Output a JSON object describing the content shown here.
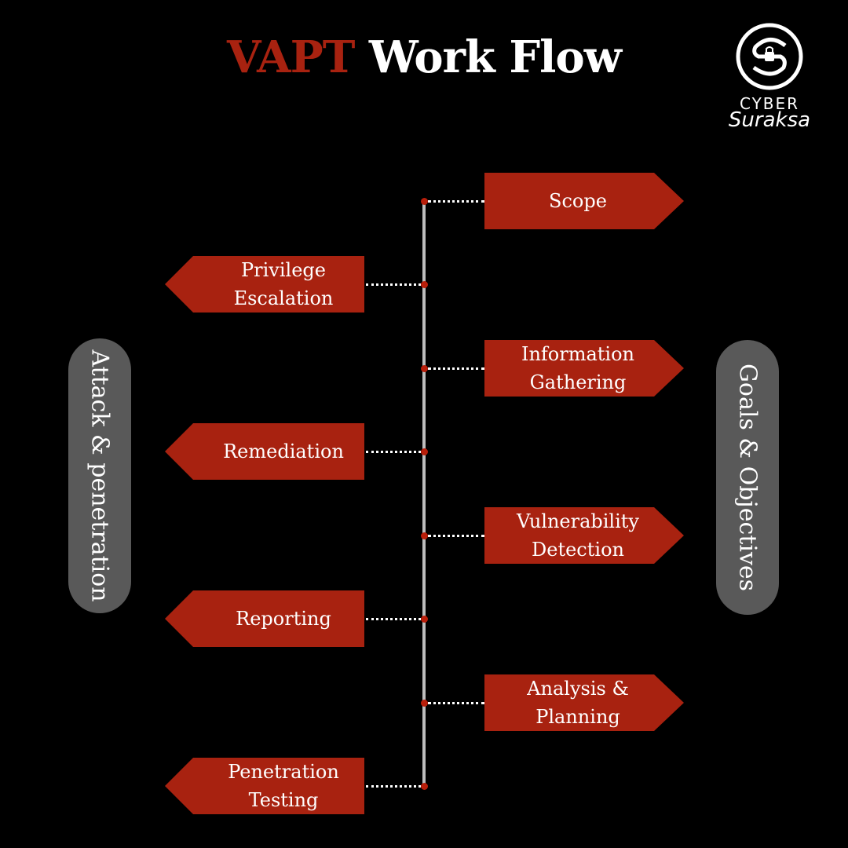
{
  "title": {
    "accent": "VAPT",
    "rest": "Work Flow"
  },
  "logo": {
    "line1": "CYBER",
    "line2": "Suraksa"
  },
  "side_labels": {
    "left": "Attack & penetration",
    "right": "Goals & Objectives"
  },
  "steps": [
    {
      "id": "scope",
      "lines": [
        "Scope"
      ]
    },
    {
      "id": "privilege-escalation",
      "lines": [
        "Privilege",
        "Escalation"
      ]
    },
    {
      "id": "information-gathering",
      "lines": [
        "Information",
        "Gathering"
      ]
    },
    {
      "id": "remediation",
      "lines": [
        "Remediation"
      ]
    },
    {
      "id": "vulnerability-detection",
      "lines": [
        "Vulnerability",
        "Detection"
      ]
    },
    {
      "id": "reporting",
      "lines": [
        "Reporting"
      ]
    },
    {
      "id": "analysis-planning",
      "lines": [
        "Analysis &",
        "Planning"
      ]
    },
    {
      "id": "penetration-testing",
      "lines": [
        "Penetration",
        "Testing"
      ]
    }
  ],
  "colors": {
    "accent": "#a82210",
    "spine": "#bdbdbd",
    "pill": "#595959",
    "background": "#000000"
  }
}
